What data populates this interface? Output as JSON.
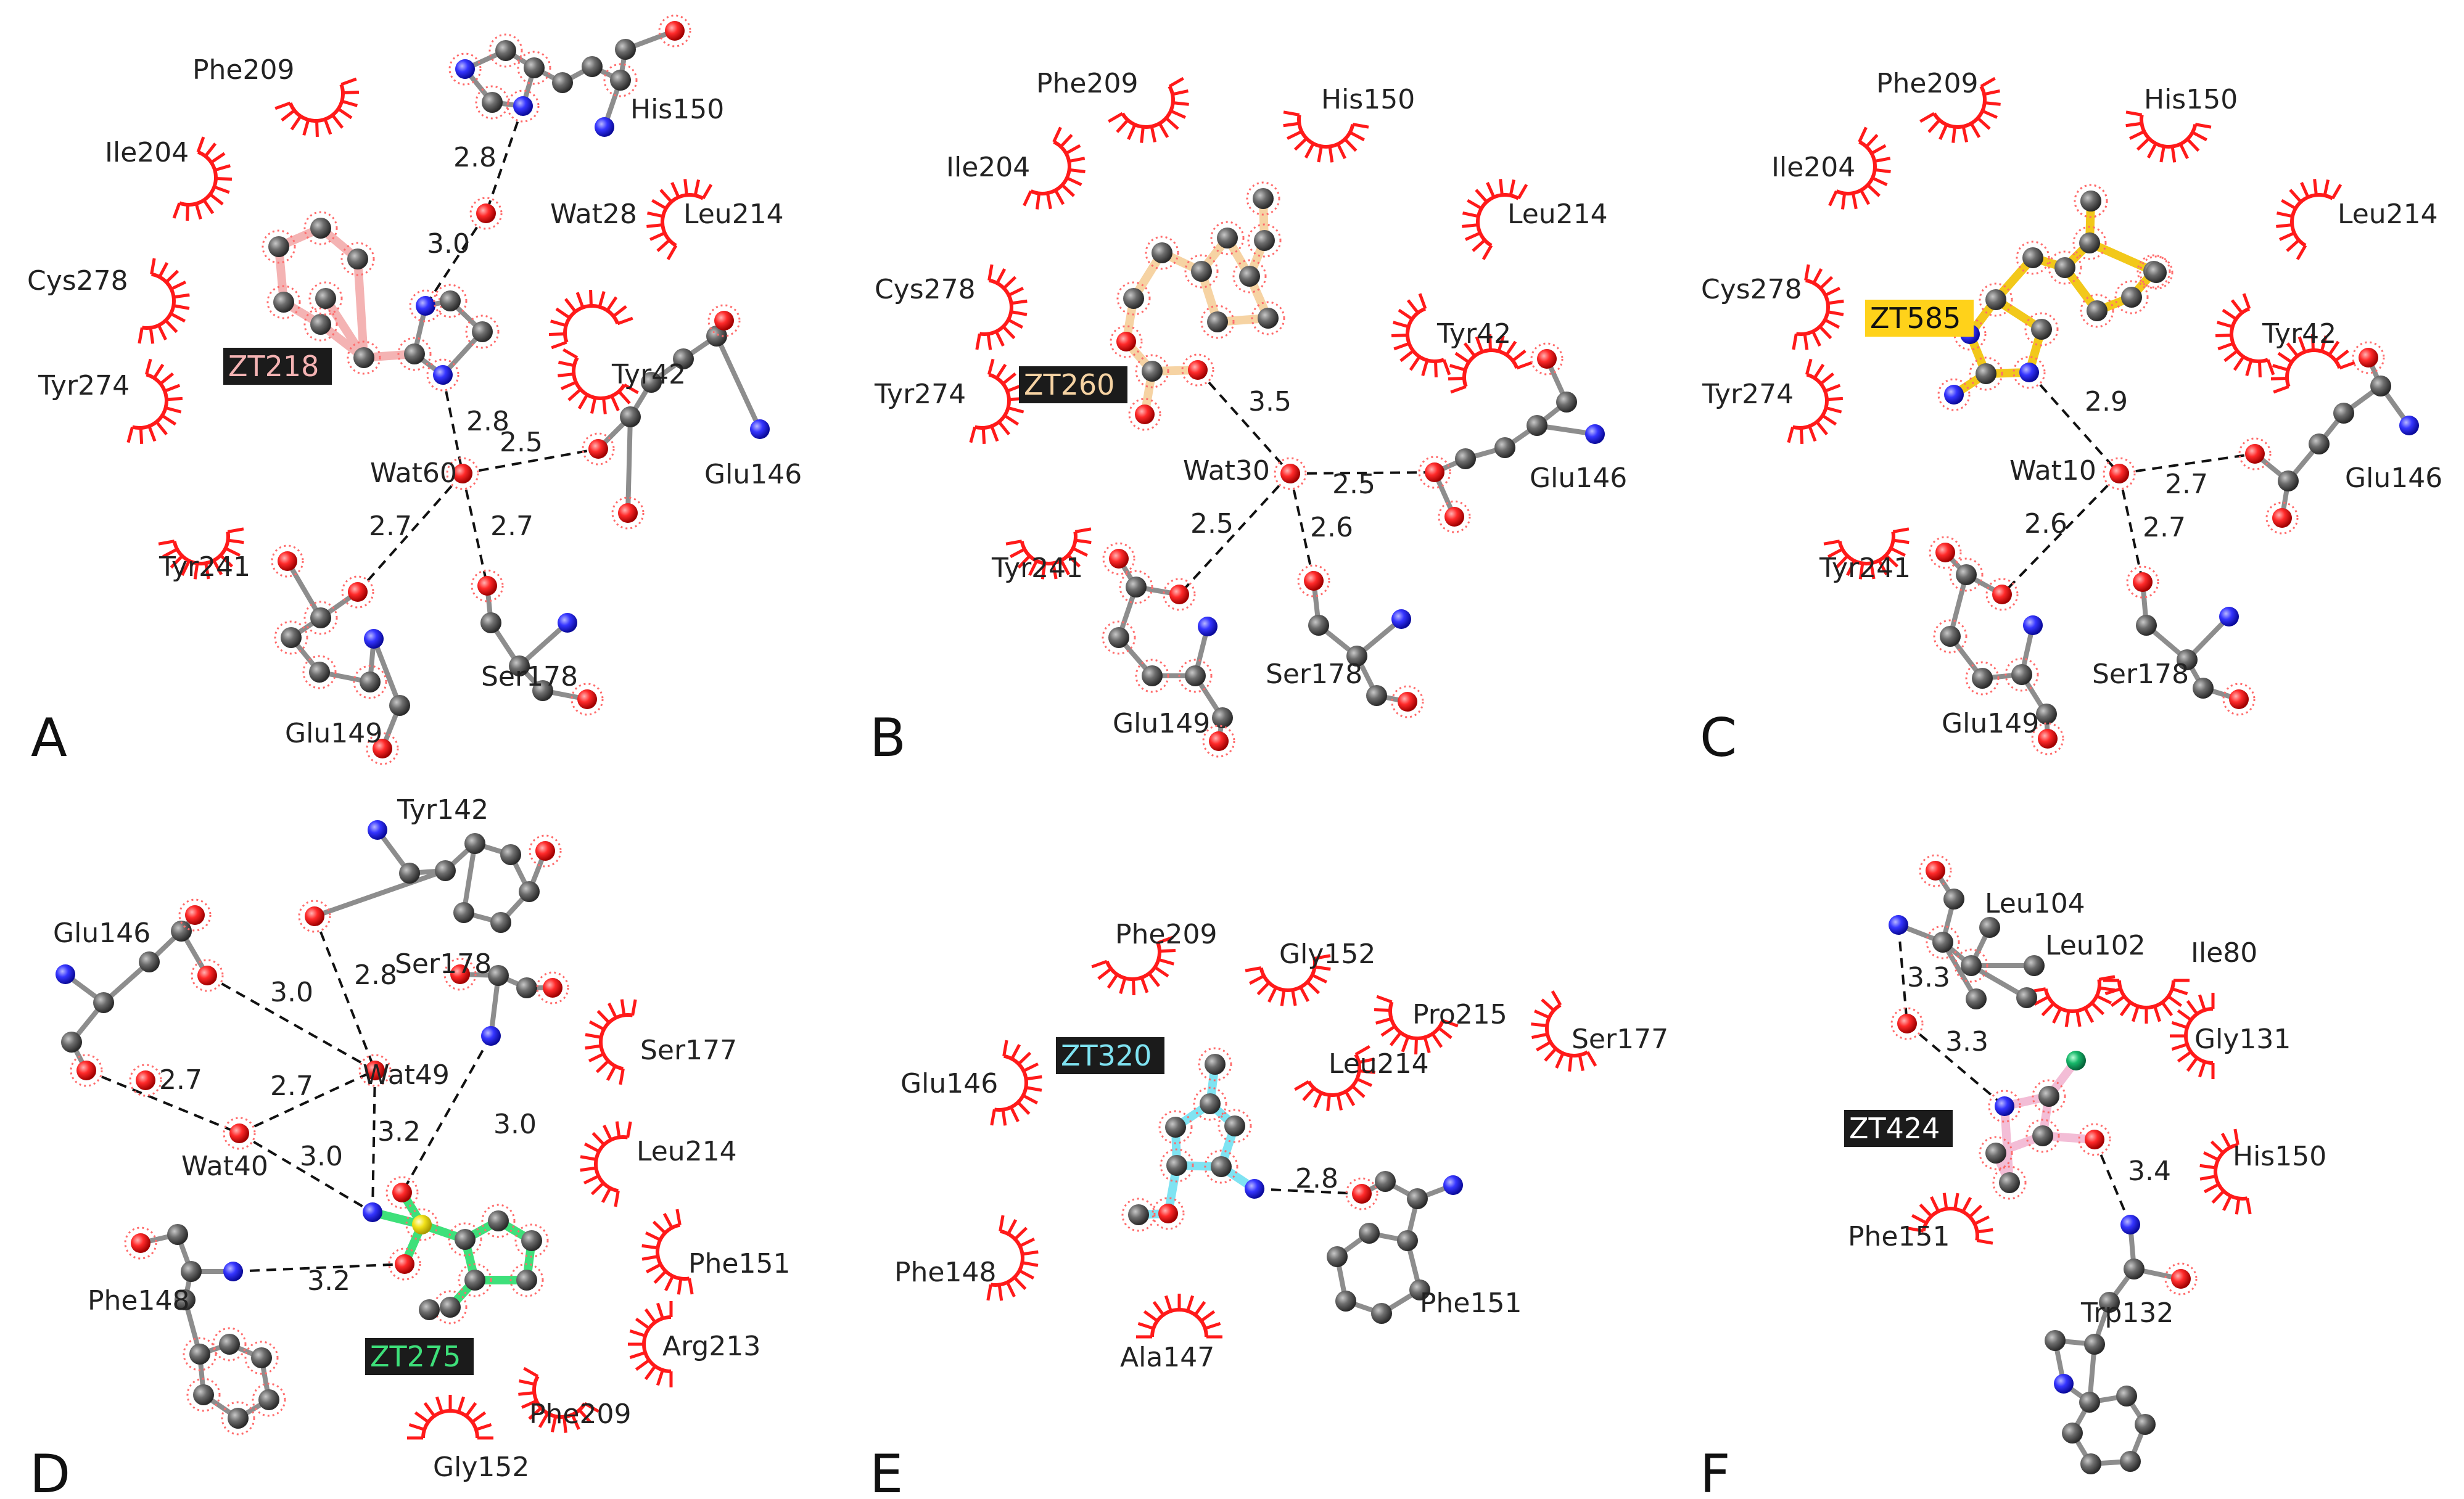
{
  "colors": {
    "carbon": "#5a5a5a",
    "oxygen": "#ff2020",
    "nitrogen": "#3b3bff",
    "sulfur": "#f2e21a",
    "chlorine": "#17b86a",
    "hydrophobic_arc": "#ff1a1a",
    "hbond": "#111111"
  },
  "panels": [
    {
      "letter": "A",
      "ligand": {
        "name": "ZT218",
        "bg": "#1b1b1b",
        "fg": "#f4b3b3",
        "bond": "#f4b3b3"
      },
      "residue_labels": [
        "Phe209",
        "Ile204",
        "Cys278",
        "Tyr274",
        "His150",
        "Leu214",
        "Tyr42",
        "Glu146",
        "Tyr241",
        "Ser178",
        "Glu149"
      ],
      "waters": [
        "Wat28",
        "Wat60"
      ],
      "distances": [
        "2.8",
        "3.0",
        "2.8",
        "2.5",
        "2.7",
        "2.7"
      ]
    },
    {
      "letter": "B",
      "ligand": {
        "name": "ZT260",
        "bg": "#1b1b1b",
        "fg": "#f6d3a3",
        "bond": "#f6d3a3"
      },
      "residue_labels": [
        "Phe209",
        "His150",
        "Ile204",
        "Leu214",
        "Cys278",
        "Tyr42",
        "Tyr274",
        "Glu146",
        "Tyr241",
        "Ser178",
        "Glu149"
      ],
      "waters": [
        "Wat30"
      ],
      "distances": [
        "3.5",
        "2.5",
        "2.5",
        "2.6"
      ]
    },
    {
      "letter": "C",
      "ligand": {
        "name": "ZT585",
        "bg": "#ffd21a",
        "fg": "#111111",
        "bond": "#f2c81a"
      },
      "residue_labels": [
        "Phe209",
        "His150",
        "Ile204",
        "Leu214",
        "Cys278",
        "Tyr42",
        "Tyr274",
        "Glu146",
        "Tyr241",
        "Ser178",
        "Glu149"
      ],
      "waters": [
        "Wat10"
      ],
      "distances": [
        "2.9",
        "2.7",
        "2.6",
        "2.7"
      ]
    },
    {
      "letter": "D",
      "ligand": {
        "name": "ZT275",
        "bg": "#1b1b1b",
        "fg": "#3ee07a",
        "bond": "#3ee07a"
      },
      "residue_labels": [
        "Tyr142",
        "Glu146",
        "Ser178",
        "Ser177",
        "Leu214",
        "Phe151",
        "Arg213",
        "Phe209",
        "Gly152",
        "Phe148"
      ],
      "waters": [
        "Wat49",
        "Wat40"
      ],
      "distances": [
        "3.0",
        "2.8",
        "2.7",
        "2.7",
        "3.2",
        "3.0",
        "3.0",
        "3.2"
      ]
    },
    {
      "letter": "E",
      "ligand": {
        "name": "ZT320",
        "bg": "#1b1b1b",
        "fg": "#7fe3f2",
        "bond": "#7fe3f2"
      },
      "residue_labels": [
        "Phe209",
        "Gly152",
        "Pro215",
        "Ser177",
        "Glu146",
        "Leu214",
        "Phe148",
        "Phe151",
        "Ala147"
      ],
      "waters": [],
      "distances": [
        "2.8"
      ]
    },
    {
      "letter": "F",
      "ligand": {
        "name": "ZT424",
        "bg": "#1b1b1b",
        "fg": "#ffffff",
        "bond": "#f3bdd6"
      },
      "residue_labels": [
        "Leu104",
        "Leu102",
        "Ile80",
        "Gly131",
        "His150",
        "Phe151",
        "Trp132"
      ],
      "waters": [],
      "distances": [
        "3.3",
        "3.3",
        "3.4"
      ]
    }
  ]
}
